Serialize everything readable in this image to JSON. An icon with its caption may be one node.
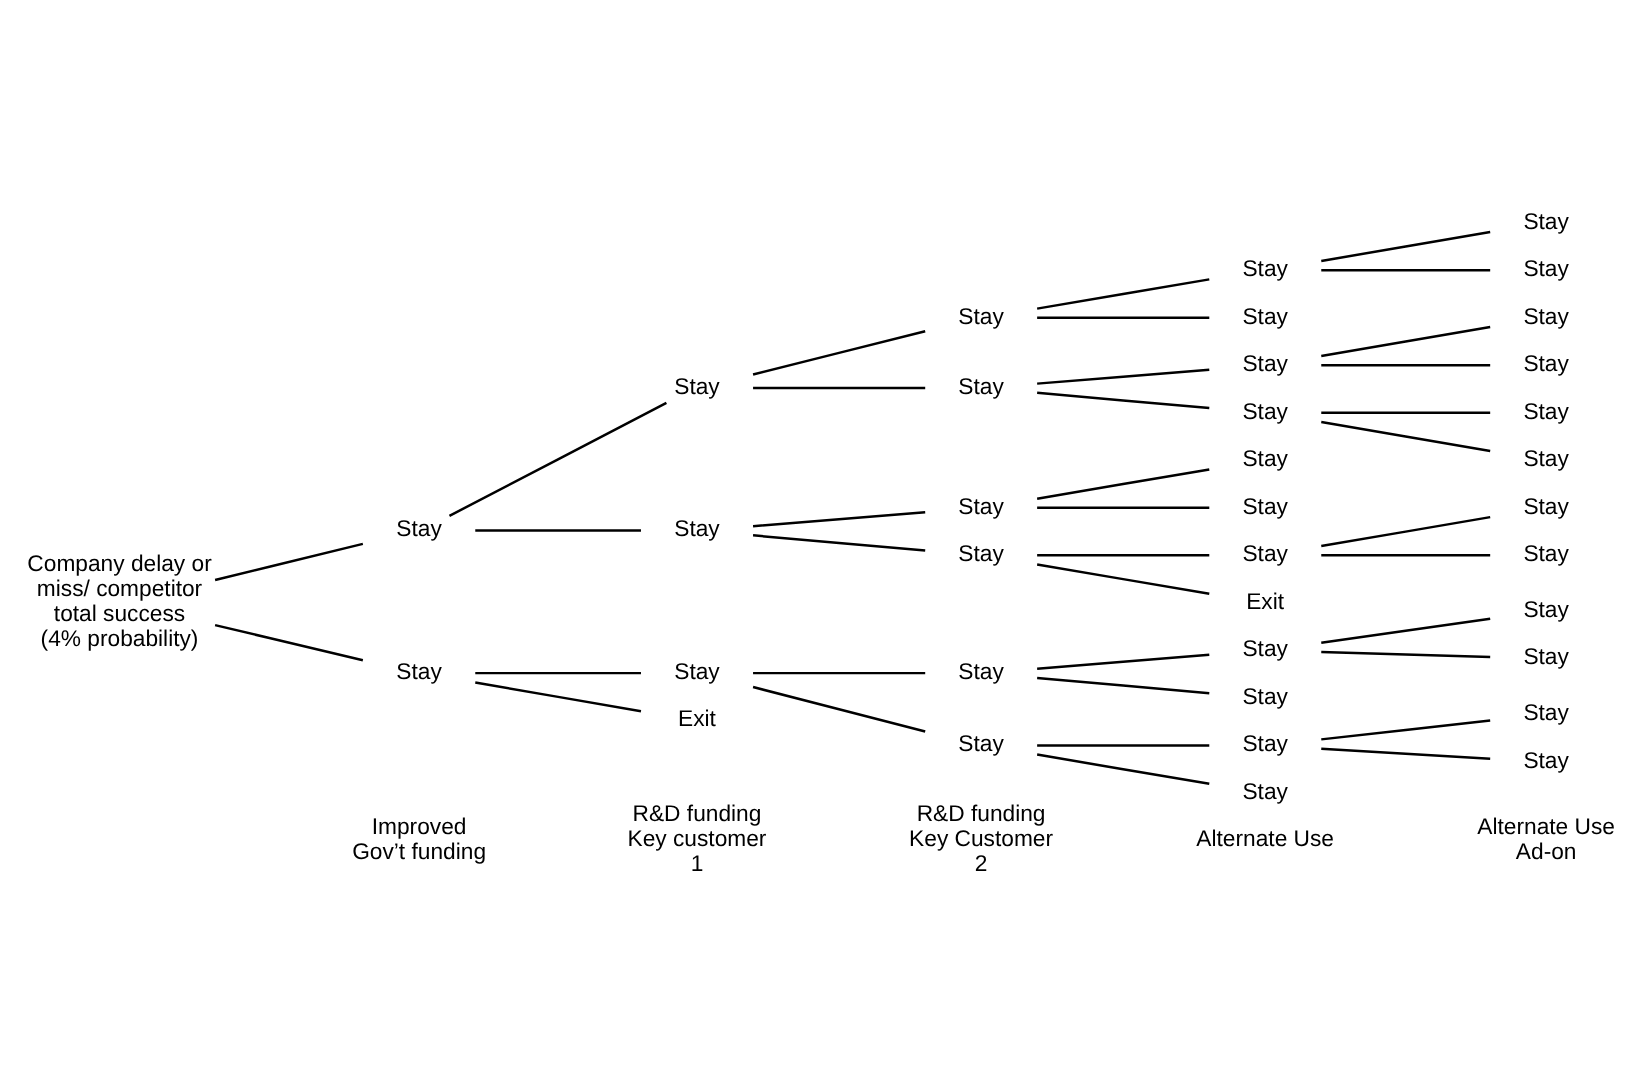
{
  "diagram": {
    "nodes": [
      {
        "text": [
          "Company delay or miss/ competitor total success (4% probability)"
        ]
      },
      {
        "text": [
          "Stay"
        ]
      },
      {
        "text": [
          "Stay"
        ]
      },
      {
        "text": [
          "Stay"
        ]
      },
      {
        "text": [
          "Stay"
        ]
      },
      {
        "text": [
          "Stay"
        ]
      },
      {
        "text": [
          "Stay"
        ]
      },
      {
        "text": [
          "Stay"
        ]
      },
      {
        "text": [
          "Stay"
        ]
      },
      {
        "text": [
          "Stay"
        ]
      },
      {
        "text": [
          "Stay"
        ]
      },
      {
        "text": [
          "Stay"
        ]
      },
      {
        "text": [
          "Stay"
        ]
      },
      {
        "text": [
          "Stay"
        ]
      },
      {
        "text": [
          "Stay"
        ]
      },
      {
        "text": [
          "Stay"
        ]
      },
      {
        "text": [
          "Stay"
        ]
      },
      {
        "text": [
          "Stay"
        ]
      },
      {
        "text": [
          "Stay"
        ]
      },
      {
        "text": [
          "Stay"
        ]
      },
      {
        "text": [
          "Stay"
        ]
      },
      {
        "text": [
          "Stay"
        ]
      },
      {
        "text": [
          "Stay"
        ]
      },
      {
        "text": [
          "Exit"
        ]
      },
      {
        "text": [
          "Stay"
        ]
      },
      {
        "text": [
          "Stay"
        ]
      },
      {
        "text": [
          "Stay"
        ]
      },
      {
        "text": [
          "Stay"
        ]
      },
      {
        "text": [
          "Stay"
        ]
      },
      {
        "text": [
          "Stay"
        ]
      },
      {
        "text": [
          "Stay"
        ]
      },
      {
        "text": [
          "Stay"
        ]
      },
      {
        "text": [
          "Stay"
        ]
      },
      {
        "text": [
          "Stay"
        ]
      },
      {
        "text": [
          "Stay"
        ]
      },
      {
        "text": [
          "Stay"
        ]
      },
      {
        "text": [
          "Exit"
        ]
      }
    ],
    "edges": [
      {
        "from": 0,
        "to": 1,
        "arrow": "none"
      },
      {
        "from": 1,
        "to": 2,
        "arrow": "none"
      },
      {
        "from": 2,
        "to": 3,
        "arrow": "none"
      },
      {
        "from": 3,
        "to": 4,
        "arrow": "none"
      },
      {
        "from": 4,
        "to": 5,
        "arrow": "none"
      },
      {
        "from": 4,
        "to": 6,
        "arrow": "none"
      },
      {
        "from": 3,
        "to": 7,
        "arrow": "none"
      },
      {
        "from": 2,
        "to": 8,
        "arrow": "none"
      },
      {
        "from": 8,
        "to": 9,
        "arrow": "none"
      },
      {
        "from": 9,
        "to": 10,
        "arrow": "none"
      },
      {
        "from": 9,
        "to": 11,
        "arrow": "none"
      },
      {
        "from": 8,
        "to": 12,
        "arrow": "none"
      },
      {
        "from": 12,
        "to": 13,
        "arrow": "none"
      },
      {
        "from": 12,
        "to": 14,
        "arrow": "none"
      },
      {
        "from": 1,
        "to": 15,
        "arrow": "none"
      },
      {
        "from": 15,
        "to": 16,
        "arrow": "none"
      },
      {
        "from": 16,
        "to": 17,
        "arrow": "none"
      },
      {
        "from": 16,
        "to": 18,
        "arrow": "none"
      },
      {
        "from": 15,
        "to": 19,
        "arrow": "none"
      },
      {
        "from": 19,
        "to": 20,
        "arrow": "none"
      },
      {
        "from": 20,
        "to": 21,
        "arrow": "none"
      },
      {
        "from": 20,
        "to": 22,
        "arrow": "none"
      },
      {
        "from": 19,
        "to": 23,
        "arrow": "none"
      },
      {
        "from": 0,
        "to": 24,
        "arrow": "none"
      },
      {
        "from": 24,
        "to": 25,
        "arrow": "none"
      },
      {
        "from": 25,
        "to": 26,
        "arrow": "none"
      },
      {
        "from": 26,
        "to": 27,
        "arrow": "none"
      },
      {
        "from": 27,
        "to": 28,
        "arrow": "none"
      },
      {
        "from": 27,
        "to": 29,
        "arrow": "none"
      },
      {
        "from": 26,
        "to": 30,
        "arrow": "none"
      },
      {
        "from": 25,
        "to": 31,
        "arrow": "none"
      },
      {
        "from": 31,
        "to": 32,
        "arrow": "none"
      },
      {
        "from": 32,
        "to": 33,
        "arrow": "none"
      },
      {
        "from": 32,
        "to": 34,
        "arrow": "none"
      },
      {
        "from": 31,
        "to": 35,
        "arrow": "none"
      },
      {
        "from": 24,
        "to": 36,
        "arrow": "none"
      }
    ],
    "labels": [
      "Improved Gov’t funding",
      "R&D funding Key customer 1",
      "R&D funding Key Customer 2",
      "Alternate Use",
      "Alternate Use Ad-on"
    ]
  }
}
